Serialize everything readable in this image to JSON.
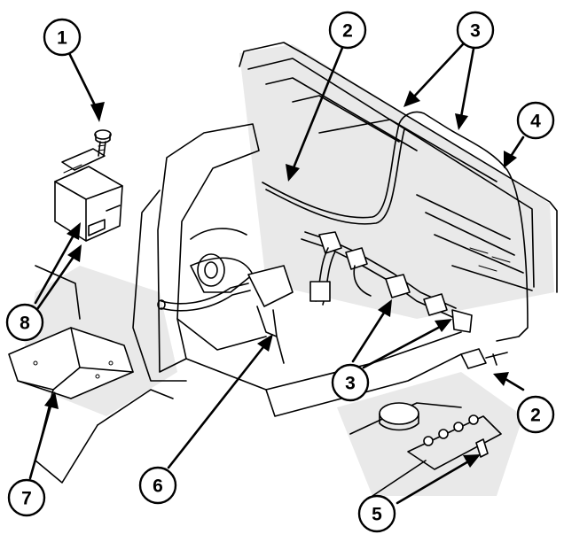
{
  "callouts": [
    {
      "id": "c1",
      "label": "1"
    },
    {
      "id": "c2a",
      "label": "2"
    },
    {
      "id": "c3a",
      "label": "3"
    },
    {
      "id": "c4",
      "label": "4"
    },
    {
      "id": "c2b",
      "label": "2"
    },
    {
      "id": "c3b",
      "label": "3"
    },
    {
      "id": "c5",
      "label": "5"
    },
    {
      "id": "c6",
      "label": "6"
    },
    {
      "id": "c7",
      "label": "7"
    },
    {
      "id": "c8",
      "label": "8"
    }
  ]
}
